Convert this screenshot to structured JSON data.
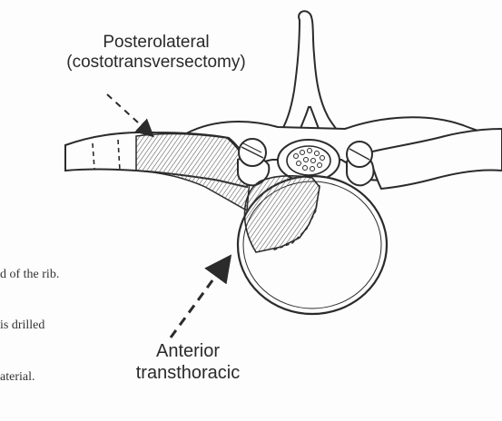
{
  "labels": {
    "posterolateral_line1": "Posterolateral",
    "posterolateral_line2": "(costotransversectomy)",
    "anterior_line1": "Anterior",
    "anterior_line2": "transthoracic"
  },
  "caption_lines": [
    "d of the rib.",
    "is drilled",
    "aterial."
  ],
  "colors": {
    "line": "#2b2b2b",
    "background": "#fdfdfd",
    "hatch": "#555555"
  }
}
